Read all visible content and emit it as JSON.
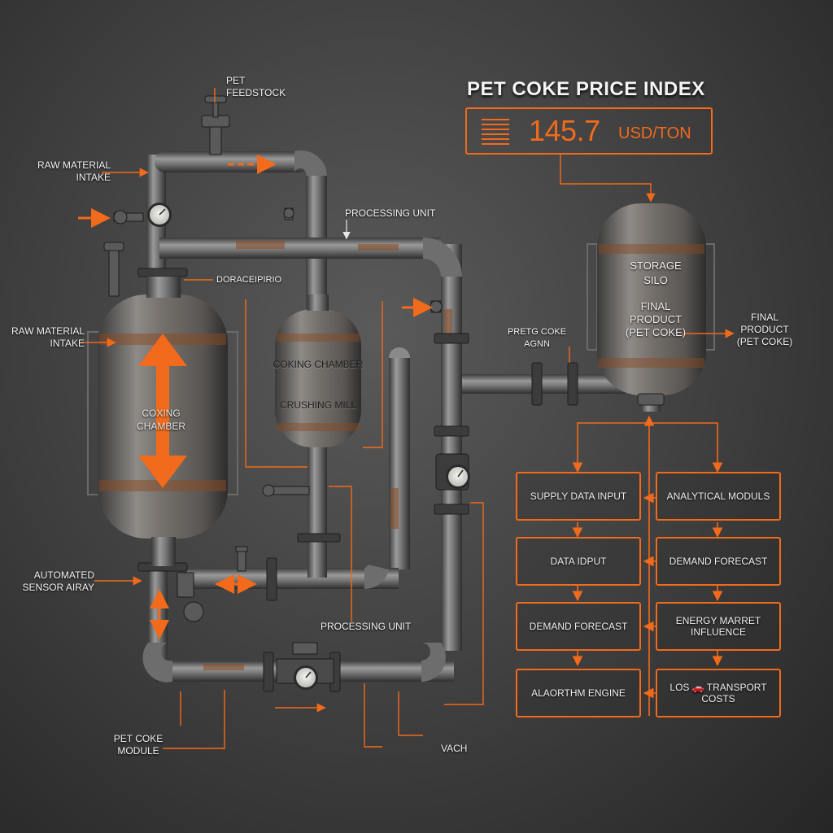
{
  "price_index": {
    "title": "PET COKE PRICE INDEX",
    "value": "145.7",
    "unit": "USD/TON"
  },
  "labels": {
    "pet_feedstock": "PET\nFEEDSTOCK",
    "raw_material_intake_top": "RAW MATERIAL\nINTAKE",
    "raw_material_intake_left": "RAW MATERIAL\nINTAKE",
    "processing_unit_top": "PROCESSING UNIT",
    "doracteipirio": "DORACEIPIRIO",
    "pretg_coke_agnn": "PRETG COKE\nAGNN",
    "final_product": "FINAL\nPRODUCT\n(PET COKE)",
    "automated_sensor_array": "AUTOMATED\nSENSOR AIRAY",
    "processing_unit_bottom": "PROCESSING UNIT",
    "pet_coke_module": "PET COKE\nMODULE",
    "vach": "VACH"
  },
  "vessels": {
    "big_chamber": "COXING\nCHAMBER",
    "coking_chamber": "COKING CHAMBER",
    "crushing_mill": "CRUSHING MILL",
    "storage_silo": "STORAGE\nSILO",
    "silo_final_product": "FINAL\nPRODUCT\n(PET COKE)"
  },
  "flow_boxes": {
    "supply_data_input": "SUPPLY DATA INPUT",
    "analytical_moduls": "ANALYTICAL MODULS",
    "data_idput": "DATA IDPUT",
    "demand_forecast_right": "DEMAND FORECAST",
    "demand_forecast_left": "DEMAND FORECAST",
    "energy_market_influence": "ENERGY MARRET INFLUENCE",
    "alaorthm_engine": "ALAORTHM ENGINE",
    "transport_costs": "LOS 🚗 TRANSPORT COSTS"
  },
  "colors": {
    "accent": "#f26a1b",
    "steel": "#7a7a7a",
    "rust": "#8a4a22",
    "background": "#3e3e3e"
  },
  "icons": [
    "pressure-gauge-icon",
    "valve-handle-icon",
    "double-arrow-icon"
  ]
}
